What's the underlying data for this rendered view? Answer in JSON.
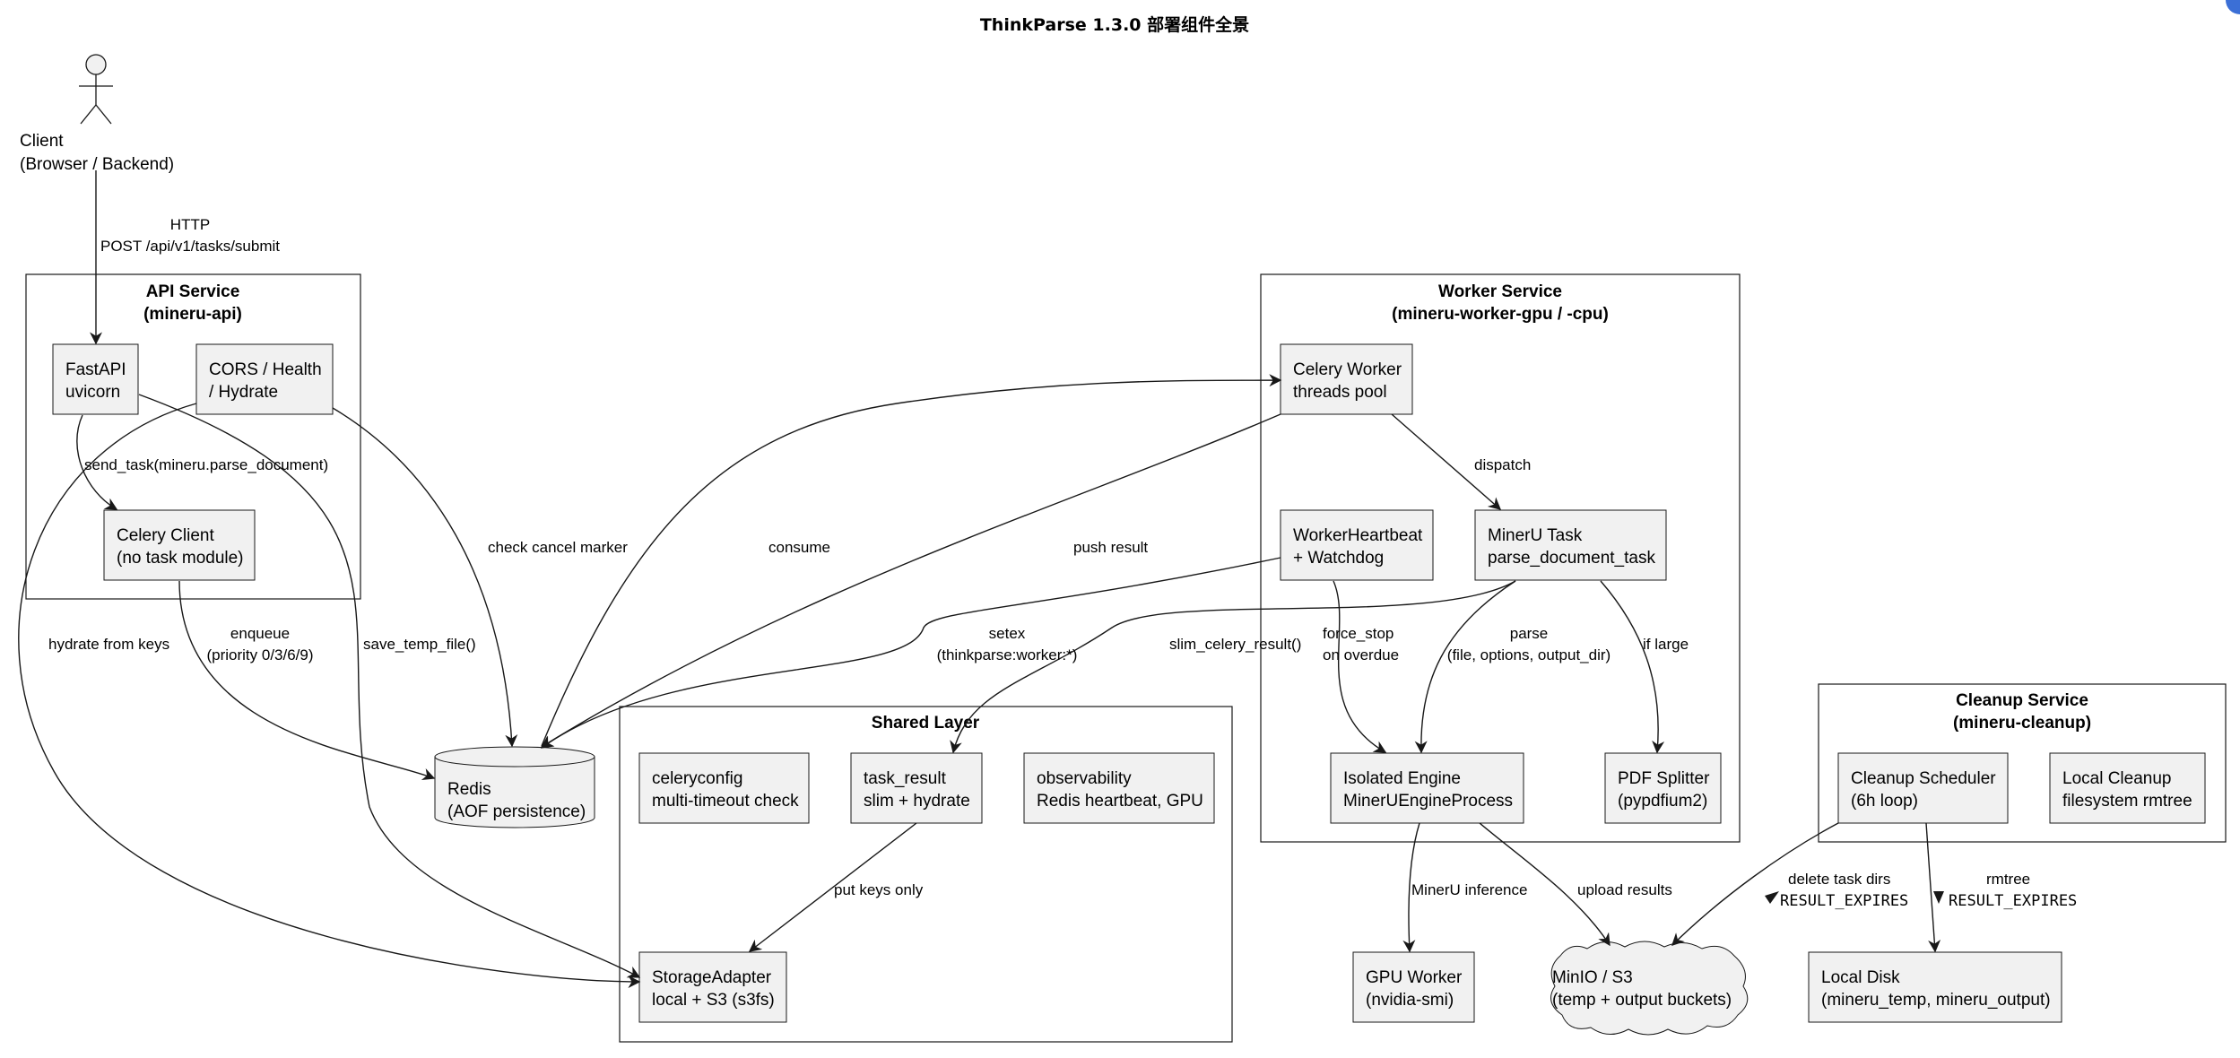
{
  "title": "ThinkParse 1.3.0 部署组件全景",
  "actor": {
    "line1": "Client",
    "line2": "(Browser / Backend)"
  },
  "packages": {
    "api": {
      "line1": "API Service",
      "line2": "(mineru-api)"
    },
    "worker": {
      "line1": "Worker Service",
      "line2": "(mineru-worker-gpu / -cpu)"
    },
    "shared": {
      "line1": "Shared Layer"
    },
    "cleanup": {
      "line1": "Cleanup Service",
      "line2": "(mineru-cleanup)"
    }
  },
  "nodes": {
    "fastapi": {
      "line1": "FastAPI",
      "line2": "uvicorn"
    },
    "cors": {
      "line1": "CORS / Health",
      "line2": "/ Hydrate"
    },
    "celery_client": {
      "line1": "Celery Client",
      "line2": "(no task module)"
    },
    "celery_worker": {
      "line1": "Celery Worker",
      "line2": "threads pool"
    },
    "heartbeat": {
      "line1": "WorkerHeartbeat",
      "line2": "+ Watchdog"
    },
    "mineru_task": {
      "line1": "MinerU Task",
      "line2": "parse_document_task"
    },
    "isolated": {
      "line1": "Isolated Engine",
      "line2": "MinerUEngineProcess"
    },
    "pdf_splitter": {
      "line1": "PDF Splitter",
      "line2": "(pypdfium2)"
    },
    "celeryconfig": {
      "line1": "celeryconfig",
      "line2": "multi-timeout check"
    },
    "task_result": {
      "line1": "task_result",
      "line2": "slim + hydrate"
    },
    "observability": {
      "line1": "observability",
      "line2": "Redis heartbeat, GPU"
    },
    "storage": {
      "line1": "StorageAdapter",
      "line2": "local + S3 (s3fs)"
    },
    "redis": {
      "line1": "Redis",
      "line2": "(AOF persistence)"
    },
    "cleanup_scheduler": {
      "line1": "Cleanup Scheduler",
      "line2": "(6h loop)"
    },
    "local_cleanup": {
      "line1": "Local Cleanup",
      "line2": "filesystem rmtree"
    },
    "gpu_worker": {
      "line1": "GPU Worker",
      "line2": "(nvidia-smi)"
    },
    "minio": {
      "line1": "MinIO / S3",
      "line2": "(temp + output buckets)"
    },
    "local_disk": {
      "line1": "Local Disk",
      "line2": "(mineru_temp, mineru_output)"
    }
  },
  "edges": {
    "http_1": "HTTP",
    "http_2": "POST /api/v1/tasks/submit",
    "send_task": "send_task(mineru.parse_document)",
    "check_cancel": "check cancel marker",
    "consume": "consume",
    "push_result": "push result",
    "dispatch": "dispatch",
    "hydrate": "hydrate from keys",
    "enqueue_1": "enqueue",
    "enqueue_2": "(priority 0/3/6/9)",
    "save_temp": "save_temp_file()",
    "setex_1": "setex",
    "setex_2": "(thinkparse:worker:*)",
    "slim": "slim_celery_result()",
    "force_stop_1": "force_stop",
    "force_stop_2": "on overdue",
    "parse_1": "parse",
    "parse_2": "(file, options, output_dir)",
    "if_large": "if large",
    "put_keys": "put keys only",
    "inference": "MinerU inference",
    "upload": "upload results",
    "delete_dirs": "delete task dirs",
    "result_expires_a": "RESULT_EXPIRES",
    "rmtree": "rmtree",
    "result_expires_b": "RESULT_EXPIRES"
  }
}
